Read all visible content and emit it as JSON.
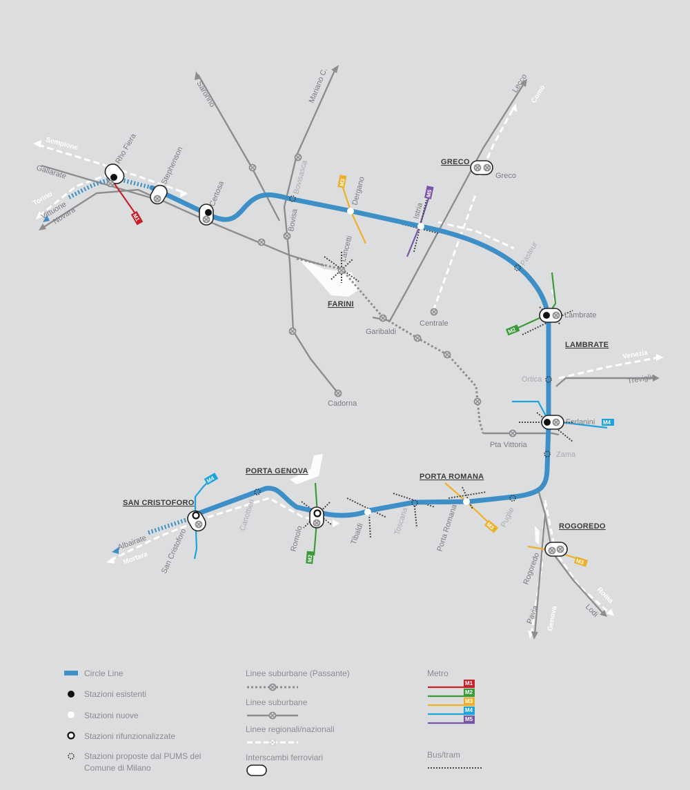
{
  "colors": {
    "background": "#dcdddf",
    "circle_line": "#3d8fc6",
    "railway_grey": "#8c8d8f",
    "regional_white": "#ffffff",
    "m1": "#c8202a",
    "m2": "#3a9a3a",
    "m3": "#eeb028",
    "m4": "#1da3dc",
    "m5": "#7a55a6",
    "bus_tram": "#444444"
  },
  "directions": {
    "sempione": "Sempione",
    "gallarate": "Gallarate",
    "torino": "Torino",
    "vittuone": "Vittuone",
    "novara": "Novara",
    "saronno": "Saronno",
    "mariano": "Mariano C.",
    "lecco": "Lecco",
    "como": "Como",
    "venezia": "Venezia",
    "treviglio": "Treviglio",
    "albairate": "Albairate",
    "mortara": "Mortara",
    "pavia": "Pavia",
    "genova": "Genova",
    "lodi": "Lodi",
    "roma": "Roma"
  },
  "stations": {
    "rho_fiera": "Rho Fiera",
    "stephenson": "Stephenson",
    "certosa": "Certosa",
    "bovisa": "Bovisa",
    "bovisasca": "Bovisasca",
    "dergano": "Dergano",
    "istria": "Istria",
    "greco": "Greco",
    "lancetti": "Lancetti",
    "pasteur": "Pasteur",
    "centrale": "Centrale",
    "garibaldi": "Garibaldi",
    "lambrate": "Lambrate",
    "ortica": "Ortica",
    "forlanini": "Forlanini",
    "pta_vittoria": "Pta Vittoria",
    "zama": "Zama",
    "cadorna": "Cadorna",
    "puglie": "Puglie",
    "porta_romana": "Porta Romana",
    "toscana": "Toscana",
    "tibaldi": "Tibaldi",
    "romolo": "Romolo",
    "canottieri": "Canottieri",
    "san_cristoforo": "San Cristoforo",
    "rogoredo": "Rogoredo"
  },
  "hubs": {
    "greco": "GRECO",
    "farini": "FARINI",
    "lambrate": "LAMBRATE",
    "porta_genova": "PORTA GENOVA",
    "san_cristoforo": "SAN CRISTOFORO",
    "porta_romana": "PORTA ROMANA",
    "rogoredo": "ROGOREDO"
  },
  "badges": {
    "m1": "M1",
    "m2": "M2",
    "m3": "M3",
    "m4": "M4",
    "m5": "M5"
  },
  "legend": {
    "circle_line": "Circle Line",
    "existing": "Stazioni esistenti",
    "new": "Stazioni nuove",
    "refurbished": "Stazioni rifunzionalizzate",
    "proposed_line1": "Stazioni proposte dal PUMS del",
    "proposed_line2": "Comune di Milano",
    "passante": "Linee suburbane (Passante)",
    "suburban": "Linee suburbane",
    "regional": "Linee regionali/nazionali",
    "interchange": "Interscambi ferroviari",
    "metro": "Metro",
    "bus_tram": "Bus/tram"
  }
}
